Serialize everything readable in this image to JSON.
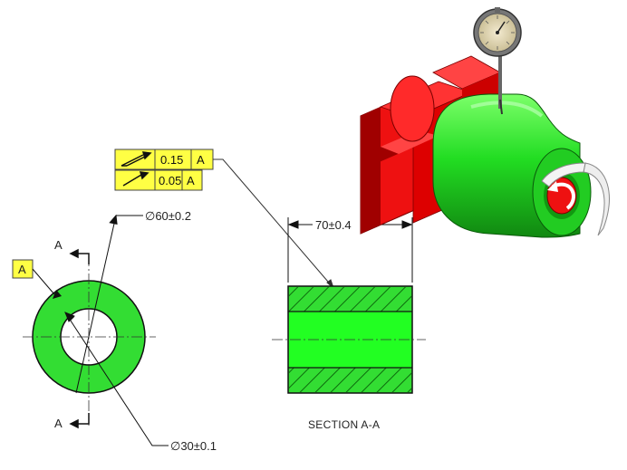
{
  "colors": {
    "part_green": "#33dd33",
    "bright_green": "#22ff22",
    "hatch": "#0d6b0d",
    "fixture_red": "#ee1111",
    "fixture_dark": "#a00000",
    "tag_yellow": "#ffff44",
    "line": "#111111"
  },
  "fcf": {
    "row1": {
      "symbol": "total-runout",
      "tolerance": "0.15",
      "datum": "A"
    },
    "row2": {
      "symbol": "circular-runout",
      "tolerance": "0.05",
      "datum": "A"
    }
  },
  "datum_label": "A",
  "section_arrow_label": "A",
  "dimensions": {
    "outer_diameter": "60±0.2",
    "inner_diameter": "30±0.1",
    "length": "70±0.4",
    "diameter_symbol": "∅"
  },
  "section_caption": "SECTION A-A",
  "icons": {
    "gauge": "dial-indicator-icon",
    "rotation": "rotation-arrow-icon"
  }
}
